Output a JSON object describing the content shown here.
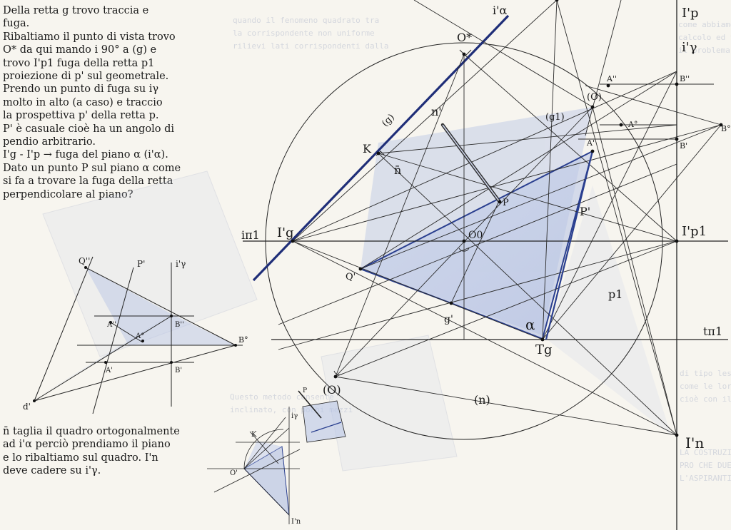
{
  "notes": {
    "top": [
      "Della retta g trovo traccia e",
      "fuga.",
      "Ribaltiamo il punto di vista trovo",
      "O* da qui mando i 90° a (g) e",
      "trovo I'p1 fuga della retta p1",
      "proiezione di p' sul geometrale.",
      "Prendo un punto di fuga su iγ",
      "molto in alto (a caso) e traccio",
      "la prospettiva p' della retta p.",
      "P' è casuale cioè ha un angolo di",
      "pendio arbitrario.",
      "I'g - I'p → fuga del piano α (i'α).",
      "Dato un punto P sul piano α come",
      "si fa a trovare la fuga della retta",
      "perpendicolare al piano?"
    ],
    "bottom": [
      "n̄ taglia il quadro ortogonalmente",
      "ad i'α perciò prendiamo il piano",
      "e lo ribaltiamo sul quadro. I'n",
      "deve cadere su i'γ."
    ]
  },
  "labels": {
    "i_alpha": "i'α",
    "o_star": "O*",
    "g_paren": "(g)",
    "k": "K",
    "n_bar": "n̄",
    "n_prime": "n'",
    "g1_paren": "(g1)",
    "o_paren": "(O)",
    "a_dd": "A''",
    "a_deg": "A°",
    "a_prime": "A'",
    "b_dd": "B''",
    "b_deg": "B°",
    "b_prime": "B'",
    "i_p": "I'p",
    "i_gamma": "i'γ",
    "p_point": "P",
    "p_prime": "P'",
    "ip1_label": "I'p1",
    "i_pi1": "iπ1",
    "i_g": "I'g",
    "o0": "O0",
    "q_prime": "Q'",
    "g_prime": "g'",
    "p1": "p1",
    "alpha": "α",
    "t_pi1": "tπ1",
    "t_g": "Tg",
    "o_paren2": "(O)",
    "n_paren": "(n)",
    "i_n": "I'n",
    "s_q2": "Q''",
    "s_p": "P'",
    "s_igamma": "i'γ",
    "s_a2": "A''",
    "s_b2": "B''",
    "s_adeg": "A°",
    "s_bdeg": "B°",
    "s_a1": "A'",
    "s_b1": "B'",
    "s_d": "d'",
    "t_igamma": "iγ",
    "t_k": "K",
    "t_o": "O'",
    "t_in": "I'n",
    "t_p": "P"
  }
}
